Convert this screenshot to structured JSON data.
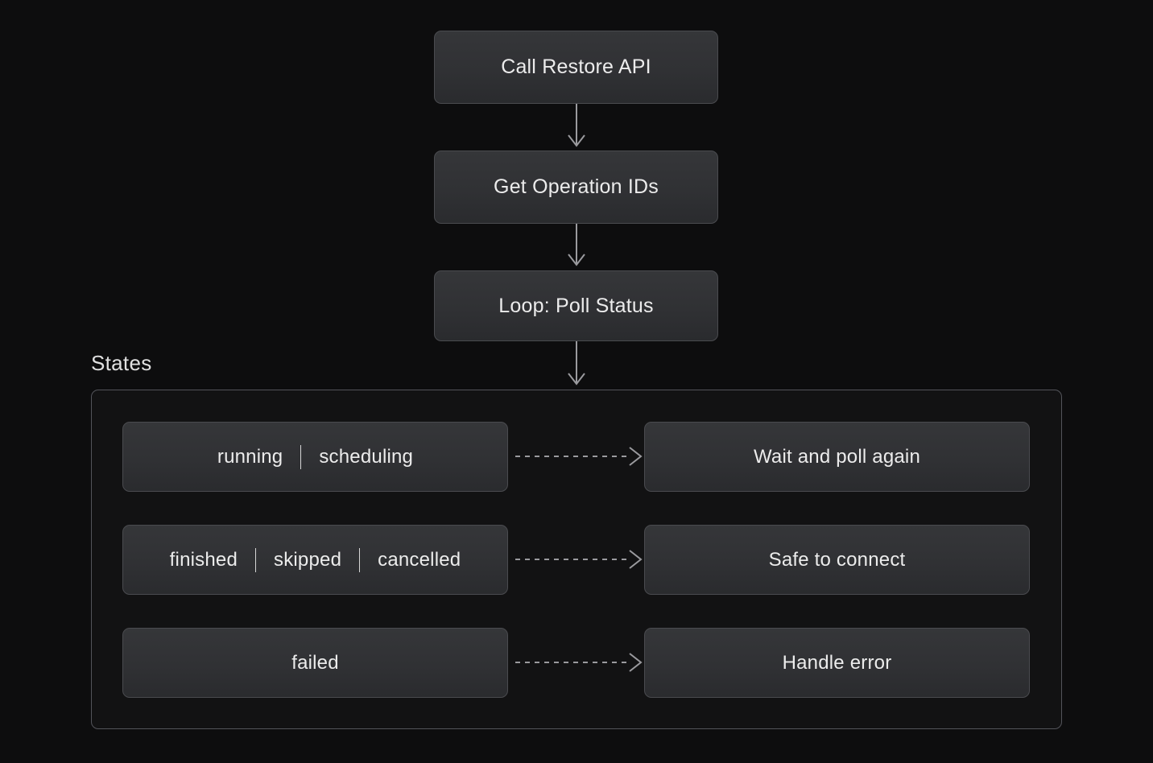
{
  "diagram": {
    "background_color": "#0d0d0e",
    "node_fill_top": "#353639",
    "node_fill_bottom": "#2a2b2e",
    "node_border_color": "#4a4b4f",
    "text_color": "#ececec",
    "edge_color": "#9a9a9e",
    "container_border_color": "#53545a"
  },
  "flow": {
    "step_1": "Call Restore API",
    "step_2": "Get Operation IDs",
    "step_3": "Loop: Poll Status"
  },
  "states_group": {
    "title": "States",
    "rows": [
      {
        "state_labels": [
          "running",
          "scheduling"
        ],
        "action": "Wait and poll again"
      },
      {
        "state_labels": [
          "finished",
          "skipped",
          "cancelled"
        ],
        "action": "Safe to connect"
      },
      {
        "state_labels": [
          "failed"
        ],
        "action": "Handle error"
      }
    ]
  }
}
